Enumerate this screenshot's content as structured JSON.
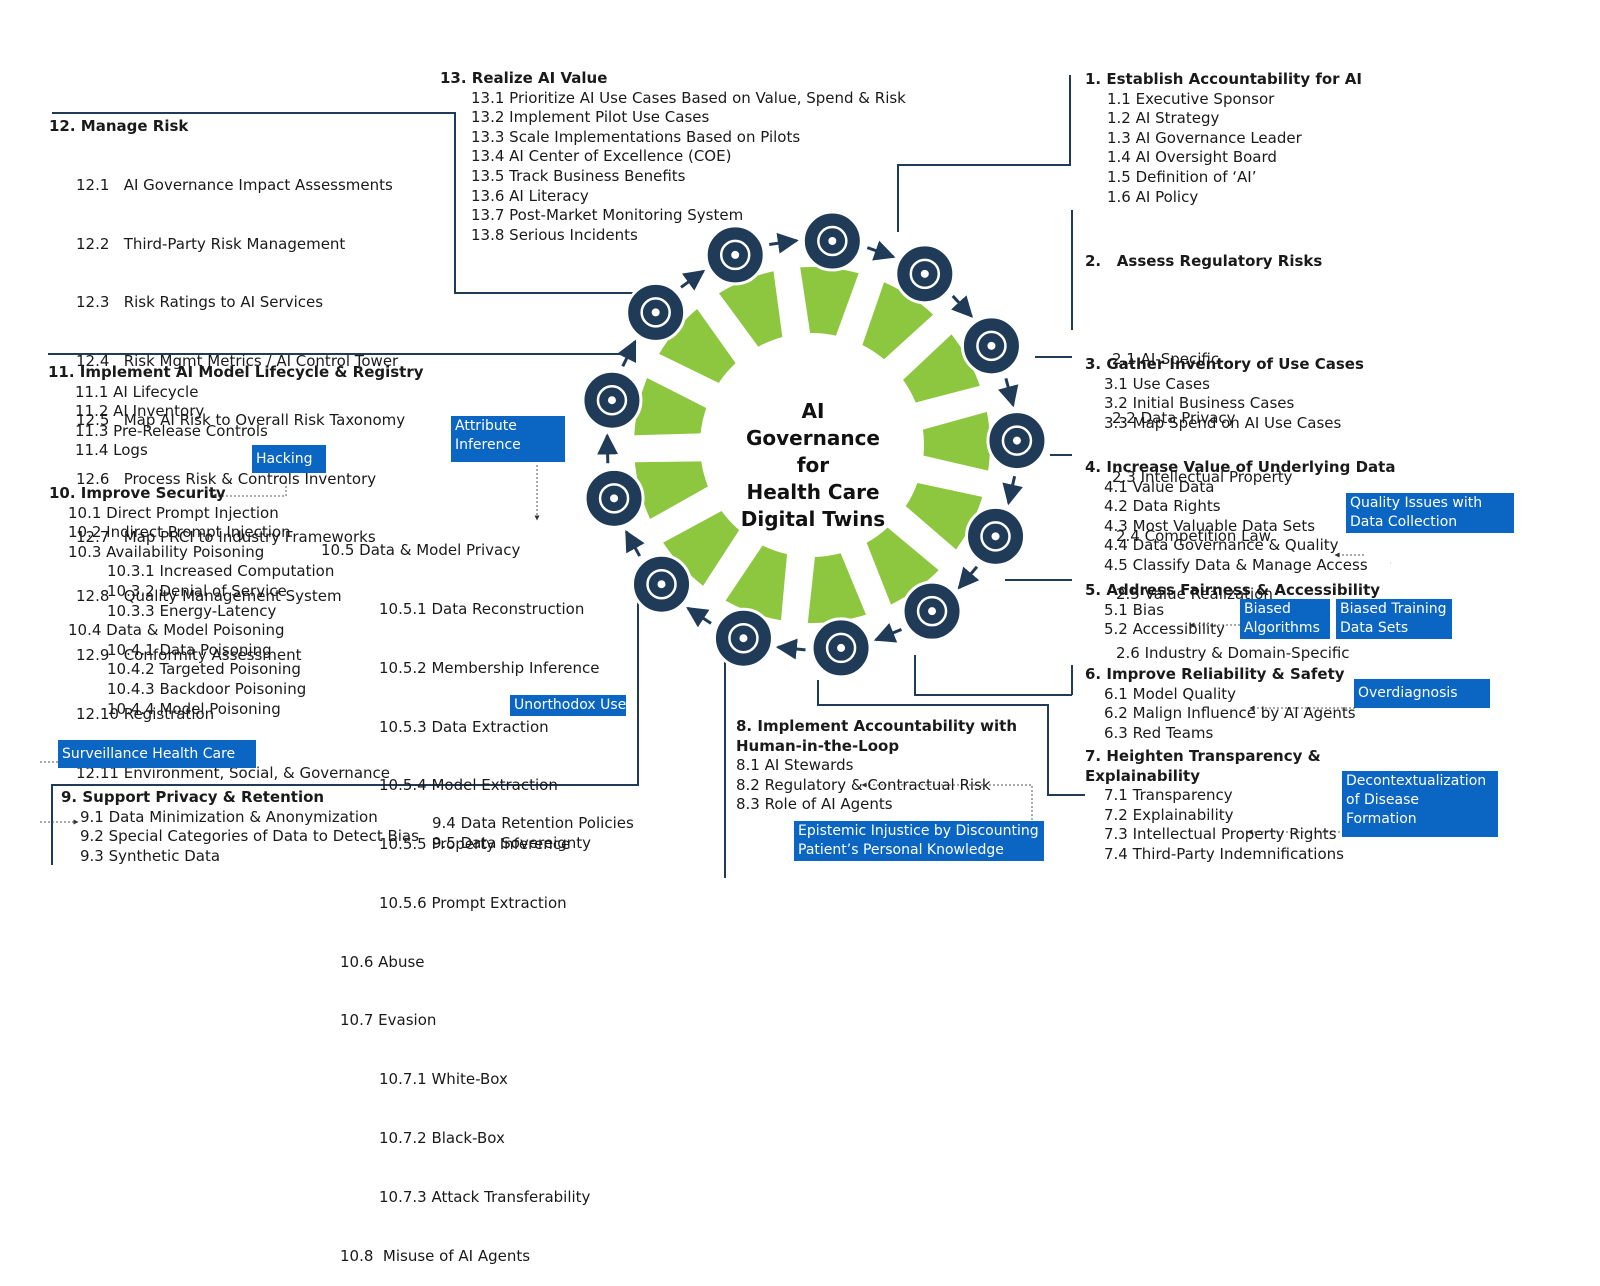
{
  "center_title": [
    "AI",
    "Governance for",
    "Health Care",
    "Digital Twins"
  ],
  "colors": {
    "wedge": "#8dc63f",
    "node": "#1f3b57",
    "tag": "#0a66c2",
    "line": "#1f3b57"
  },
  "sections": {
    "s13": {
      "title": "13. Realize AI Value",
      "items": [
        "13.1 Prioritize AI Use Cases Based on Value, Spend & Risk",
        "13.2 Implement Pilot Use Cases",
        "13.3 Scale Implementations Based on Pilots",
        "13.4 AI Center of Excellence (COE)",
        "13.5 Track Business Benefits",
        "13.6 AI Literacy",
        "13.7 Post-Market Monitoring System",
        "13.8 Serious Incidents"
      ]
    },
    "s12": {
      "title": "12. Manage Risk",
      "items": [
        "12.1   AI Governance Impact Assessments",
        "12.2   Third-Party Risk Management",
        "12.3   Risk Ratings to AI Services",
        "12.4   Risk Mgmt Metrics / AI Control Tower",
        "12.5   Map AI Risk to Overall Risk Taxonomy",
        "12.6   Process Risk & Controls Inventory",
        "12.7   Map PRCI to Industry Frameworks",
        "12.8   Quality Management System",
        "12.9   Conformity Assessment",
        "12.10 Registration",
        "12.11 Environment, Social, & Governance"
      ]
    },
    "s11": {
      "title": "11. Implement AI Model Lifecycle & Registry",
      "items": [
        "11.1 AI Lifecycle",
        "11.2 AI Inventory",
        "11.3 Pre-Release Controls",
        "11.4 Logs"
      ]
    },
    "s10": {
      "title": "10. Improve Security",
      "items_a": [
        "10.1 Direct Prompt Injection",
        "10.2 Indirect Prompt Injection",
        "10.3 Availability Poisoning",
        "10.3.1 Increased Computation",
        "10.3.2 Denial of Service",
        "10.3.3 Energy-Latency",
        "10.4 Data & Model Poisoning",
        "10.4.1 Data Poisoning",
        "10.4.2 Targeted Poisoning",
        "10.4.3 Backdoor Poisoning",
        "10.4.4 Model Poisoning"
      ],
      "items_b": [
        "10.5 Data & Model Privacy",
        "10.5.1 Data Reconstruction",
        "10.5.2 Membership Inference",
        "10.5.3 Data Extraction",
        "10.5.4 Model Extraction",
        "10.5.5 Property Inference",
        "10.5.6 Prompt Extraction",
        "10.6 Abuse",
        "10.7 Evasion",
        "10.7.1 White-Box",
        "10.7.2 Black-Box",
        "10.7.3 Attack Transferability",
        "10.8  Misuse of AI Agents"
      ]
    },
    "s9": {
      "title": "9. Support Privacy & Retention",
      "items_a": [
        "9.1 Data Minimization & Anonymization",
        "9.2 Special Categories of Data to Detect Bias",
        "9.3 Synthetic Data"
      ],
      "items_b": [
        "9.4 Data Retention Policies",
        "9.5 Data Sovereignty"
      ]
    },
    "s8": {
      "title1": "8. Implement Accountability with",
      "title2": "Human-in-the-Loop",
      "items": [
        "8.1 AI Stewards",
        "8.2 Regulatory & Contractual Risk",
        "8.3 Role of AI Agents"
      ]
    },
    "s1": {
      "title": "1.  Establish Accountability for AI",
      "items": [
        "1.1 Executive Sponsor",
        "1.2 AI Strategy",
        "1.3 AI Governance Leader",
        "1.4 AI Oversight Board",
        "1.5 Definition of ‘AI’",
        "1.6 AI Policy"
      ]
    },
    "s2": {
      "title": "2.   Assess Regulatory Risks",
      "items": [
        "2.1 AI-Specific",
        "2.2 Data Privacy",
        "2.3 Intellectual Property",
        "2.4 Competition Law",
        "2.5 Value Realization",
        "2.6 Industry & Domain-Specific"
      ]
    },
    "s3": {
      "title": "3. Gather Inventory of Use Cases",
      "items": [
        "3.1 Use Cases",
        "3.2 Initial Business Cases",
        "3.3 Map Spend on AI Use Cases"
      ]
    },
    "s4": {
      "title": "4. Increase Value of Underlying Data",
      "items": [
        "4.1 Value Data",
        "4.2 Data Rights",
        "4.3 Most Valuable Data Sets",
        "4.4 Data Governance & Quality",
        "4.5 Classify Data & Manage Access"
      ]
    },
    "s5": {
      "title": "5. Address Fairness & Accessibility",
      "items": [
        "5.1 Bias",
        "5.2 Accessibility"
      ]
    },
    "s6": {
      "title": "6. Improve Reliability & Safety",
      "items": [
        "6.1 Model Quality",
        "6.2 Malign Influence by AI Agents",
        "6.3 Red Teams"
      ]
    },
    "s7": {
      "title1": "7. Heighten Transparency &",
      "title2": "Explainability",
      "items": [
        "7.1 Transparency",
        "7.2 Explainability",
        "7.3 Intellectual Property Rights",
        "7.4 Third-Party Indemnifications"
      ]
    }
  },
  "tags": {
    "hacking": "Hacking",
    "attribute_inference": [
      "Attribute",
      "Inference"
    ],
    "surveillance": "Surveillance Health Care",
    "unorthodox": "Unorthodox Use",
    "quality_issues": [
      "Quality Issues with",
      "Data Collection"
    ],
    "biased_algorithms": [
      "Biased",
      "Algorithms"
    ],
    "biased_training": [
      "Biased Training",
      "Data Sets"
    ],
    "overdiagnosis": "Overdiagnosis",
    "decontextualization": [
      "Decontextualization",
      "of Disease",
      "Formation"
    ],
    "epistemic": [
      "Epistemic Injustice by Discounting",
      "Patient’s Personal Knowledge"
    ]
  },
  "icons": [
    "brain-gear-icon",
    "clipboard-checklist-icon",
    "magnifier-icon",
    "list-icon",
    "chart-growth-icon",
    "exit-door-icon",
    "shield-check-icon",
    "overlap-circles-icon",
    "person-checklist-icon",
    "padlock-icon",
    "bug-shield-icon",
    "brain-circuit-icon",
    "warning-radar-icon"
  ]
}
